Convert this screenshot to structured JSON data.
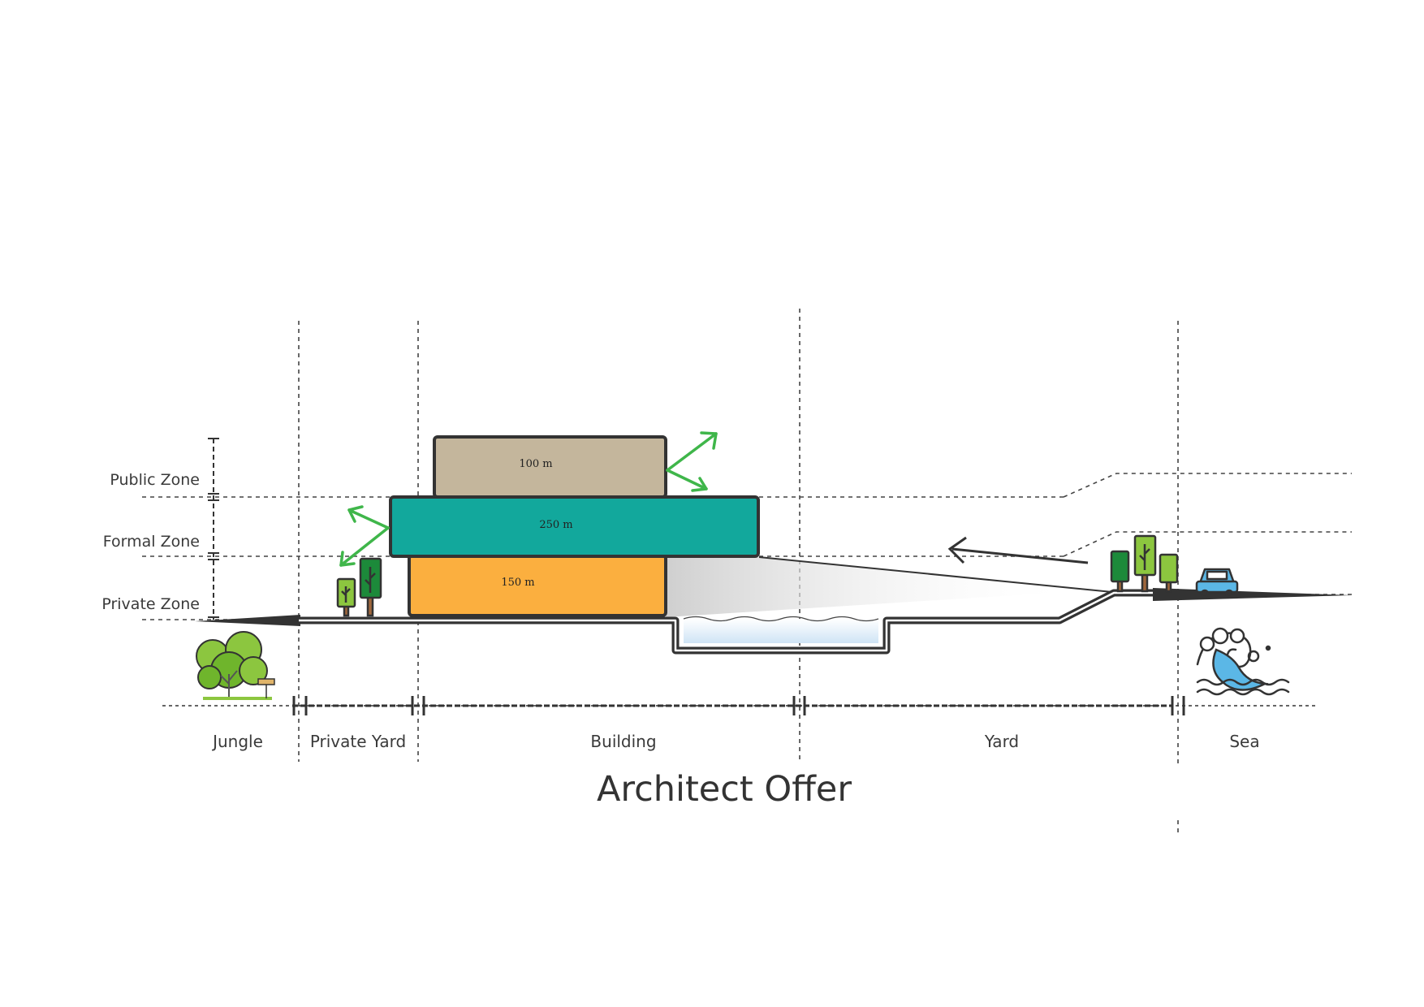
{
  "title": "Architect Offer",
  "zones": [
    "Public Zone",
    "Formal Zone",
    "Private Zone"
  ],
  "areas": [
    "Jungle",
    "Private Yard",
    "Building",
    "Yard",
    "Sea"
  ],
  "blocks": {
    "top": {
      "label": "100 m",
      "color": "#c4b69c"
    },
    "middle": {
      "label": "250 m",
      "color": "#12a89c"
    },
    "bottom": {
      "label": "150 m",
      "color": "#fbaf3f"
    }
  },
  "colors": {
    "outline": "#333333",
    "arrow_green": "#3fb64a",
    "tree_light": "#8cc63f",
    "tree_dark": "#1c8a3a",
    "trunk": "#a0673c",
    "water": "#d9ebf7",
    "car": "#5bb7e6"
  },
  "icons": [
    "bush-icon",
    "tree-icon",
    "car-icon",
    "wave-icon",
    "sign-icon",
    "wind-arrow-icon"
  ]
}
